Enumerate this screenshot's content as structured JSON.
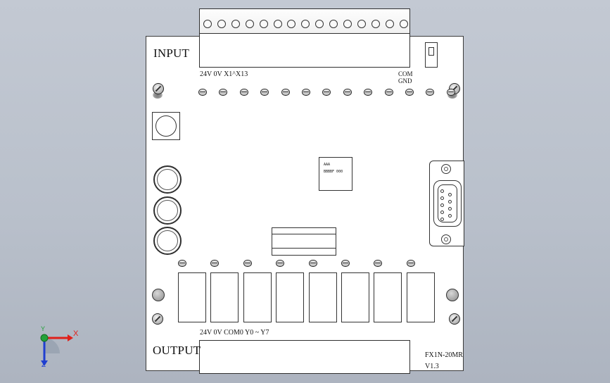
{
  "board": {
    "input_label": "INPUT",
    "output_label": "OUTPUT",
    "input_terminal_label": "24V  0V  X1^X13",
    "com_label": "COM",
    "gnd_label": "GND",
    "output_terminal_label": "24V  0V  COM0  Y0  ~  Y7",
    "model_label": "FX1N-20MR",
    "version_label": "V1.3",
    "chip_line1": "AAA",
    "chip_line2": "BBBBF 000"
  },
  "top_terminal": {
    "screw_count": 15
  },
  "input_pins": {
    "count": 13
  },
  "output_pins": {
    "count": 8
  },
  "relays": {
    "count": 8
  },
  "triad": {
    "x_axis_label": "X",
    "y_axis_label": "Y",
    "z_axis_label": "Z",
    "x_color": "#e0201a",
    "y_color": "#23a23a",
    "z_color": "#1f3fd0"
  },
  "colors": {
    "background_top": "#c3c9d3",
    "background_bottom": "#adb4c0",
    "board_fill": "#ffffff",
    "outline": "#333333"
  }
}
